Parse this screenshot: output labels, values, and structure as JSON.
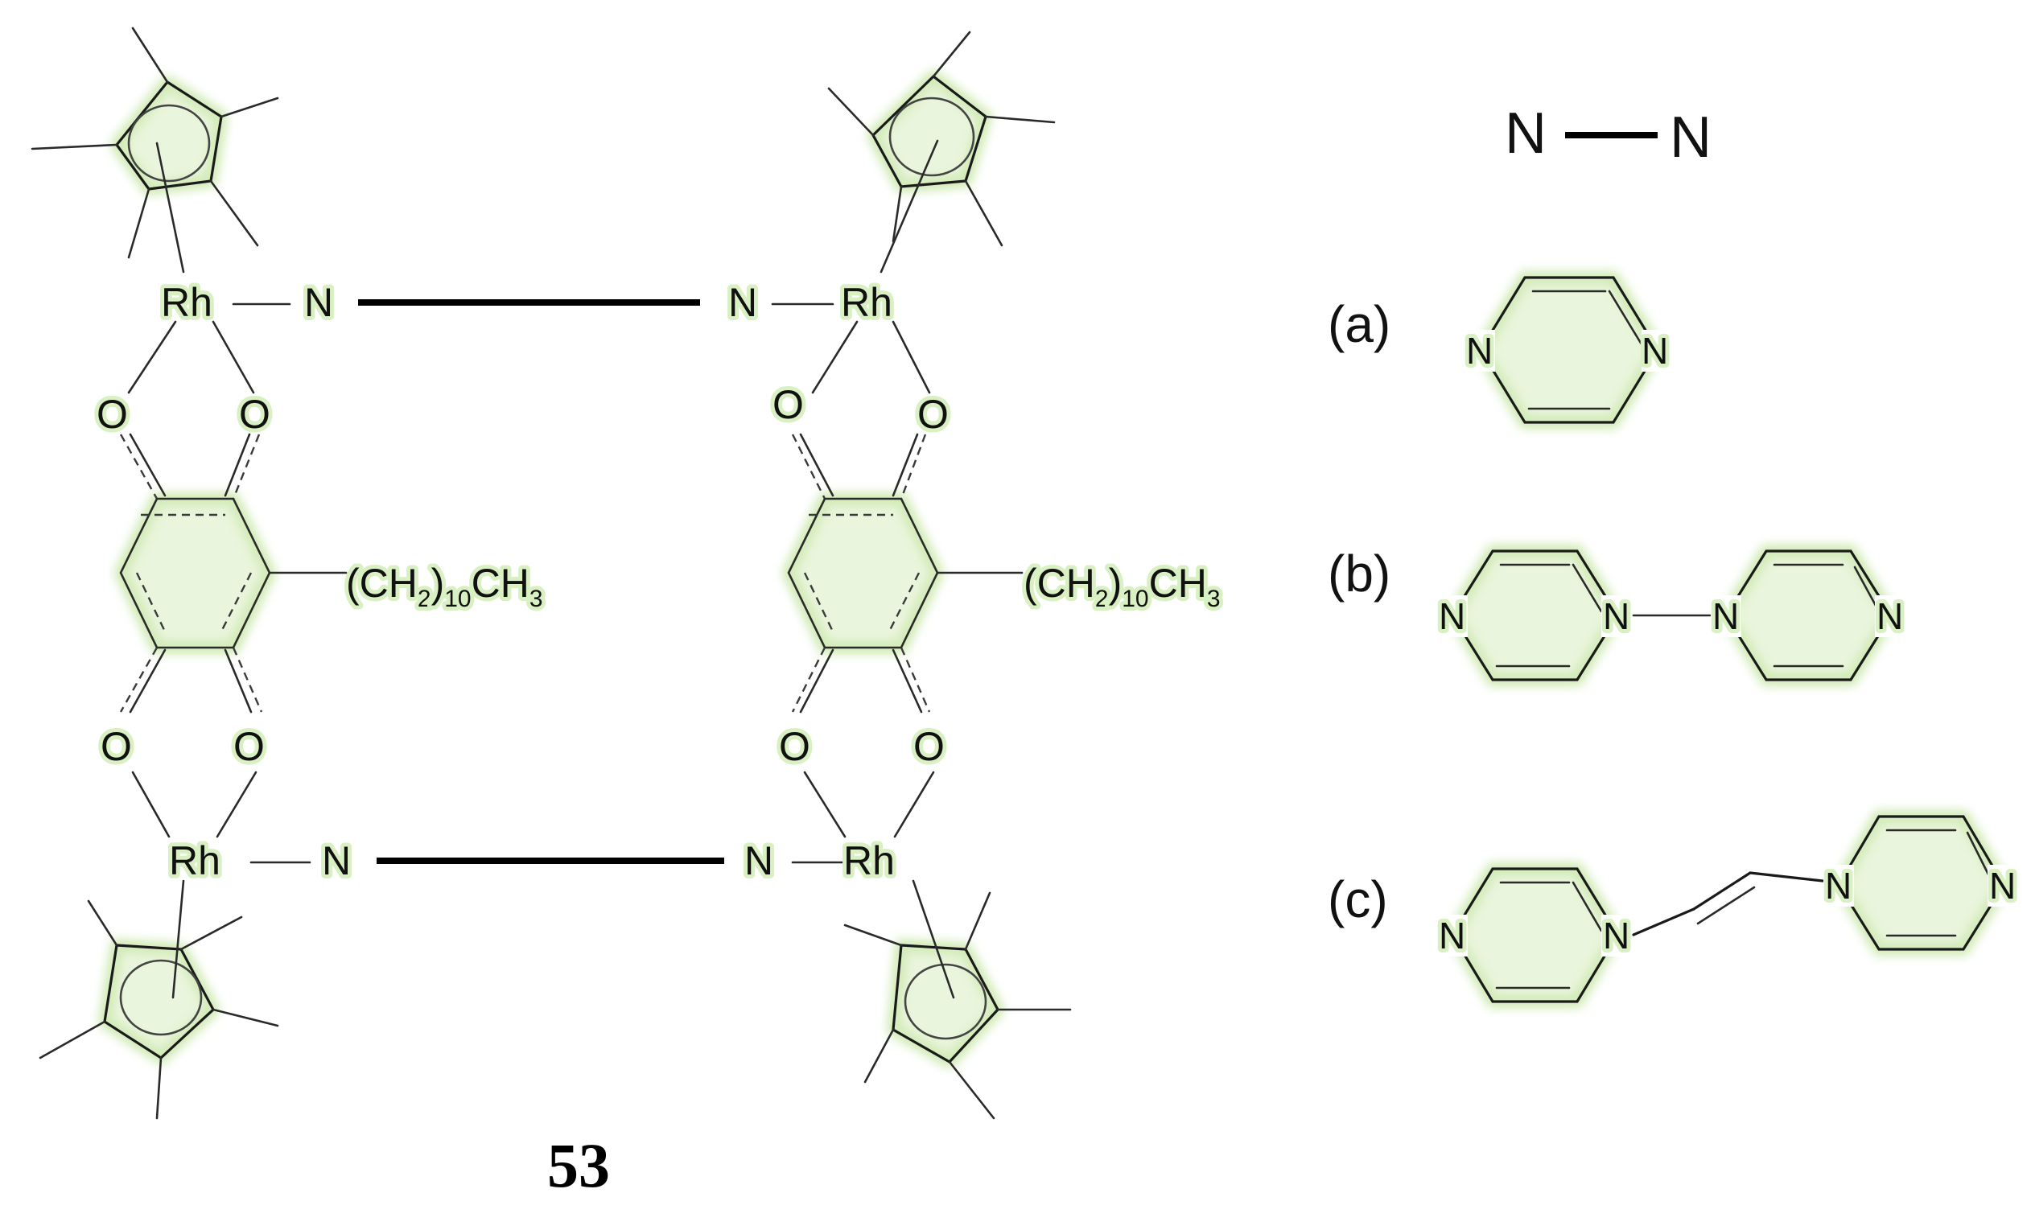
{
  "figure": {
    "compound_number": "53",
    "linker_legend": {
      "left_atom": "N",
      "right_atom": "N"
    },
    "options": [
      {
        "label": "(a)",
        "ring_atoms": [
          "N",
          "N"
        ]
      },
      {
        "label": "(b)",
        "ring_atoms": [
          "N",
          "N",
          "N",
          "N"
        ]
      },
      {
        "label": "(c)",
        "ring_atoms": [
          "N",
          "N",
          "N",
          "N"
        ]
      }
    ],
    "complex": {
      "metal": "Rh",
      "bridge_atom": "N",
      "oxygen": "O",
      "substituent": {
        "main": "(CH",
        "sub1": "2",
        "mid": ")",
        "sub2": "10",
        "end": "CH",
        "sub3": "3"
      }
    }
  }
}
